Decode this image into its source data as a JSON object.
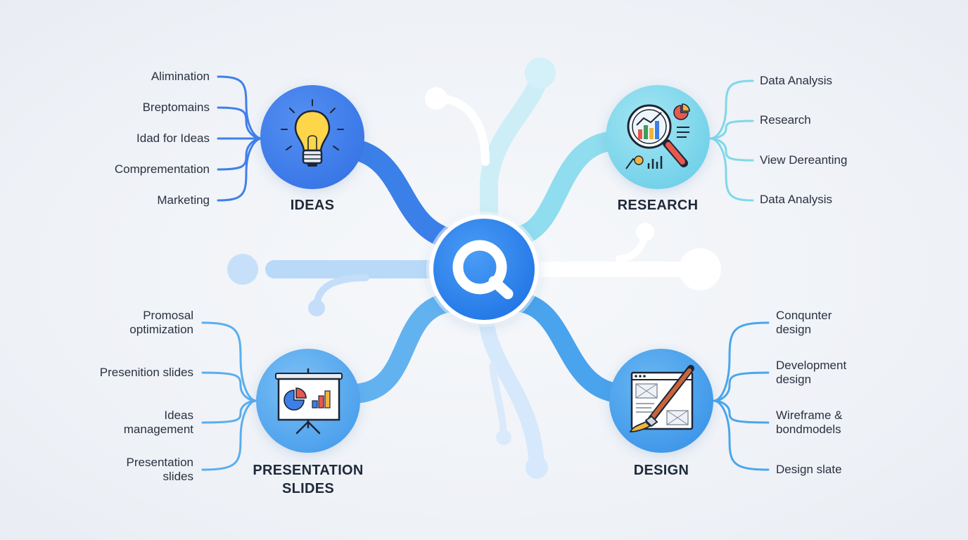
{
  "center": {
    "icon": "search-icon",
    "color": "#2f86ee"
  },
  "nodes": {
    "ideas": {
      "title": "IDEAS",
      "icon": "lightbulb-icon",
      "color": "#3f80ea",
      "items": [
        "Alimination",
        "Breptomains",
        "Idad for Ideas",
        "Comprementation",
        "Marketing"
      ]
    },
    "research": {
      "title": "RESEARCH",
      "icon": "magnifier-chart-icon",
      "color": "#7fd8ea",
      "items": [
        "Data Analysis",
        "Research",
        "View Dereanting",
        "Data Analysis"
      ]
    },
    "presentation": {
      "title_line1": "PRESENTATION",
      "title_line2": "SLIDES",
      "icon": "presentation-board-icon",
      "color": "#5aaeee",
      "items": [
        [
          "Promosal",
          "optimization"
        ],
        [
          "Presenition slides"
        ],
        [
          "Ideas",
          "management"
        ],
        [
          "Presentation",
          "slides"
        ]
      ]
    },
    "design": {
      "title": "DESIGN",
      "icon": "paintbrush-wireframe-icon",
      "color": "#4aa6ec",
      "items": [
        [
          "Conqunter",
          "design"
        ],
        [
          "Development",
          "design"
        ],
        [
          "Wireframe &",
          "bondmodels"
        ],
        [
          "Design slate"
        ]
      ]
    }
  }
}
